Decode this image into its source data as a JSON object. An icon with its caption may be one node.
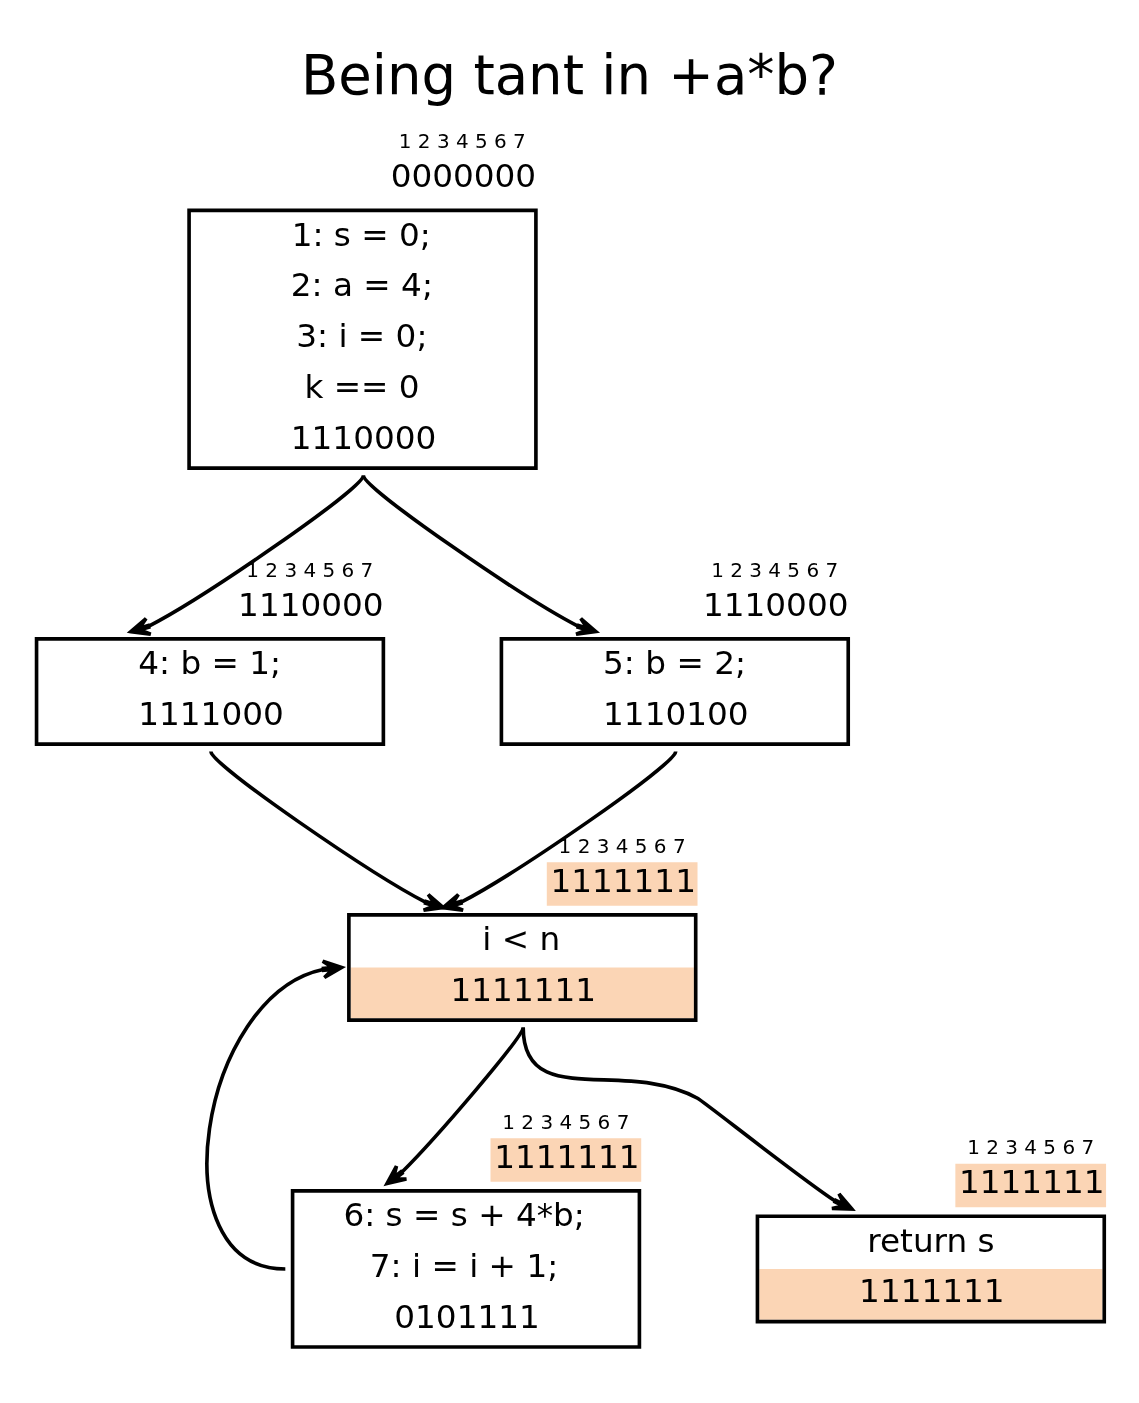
{
  "diagram": {
    "title": "Being tant in +a*b?",
    "nodes": [
      {
        "text": [
          "1: s = 0;",
          "2: a = 4;",
          "3: i = 0;",
          "k == 0",
          "1110000"
        ],
        "beside": [
          "1 2 3 4 5 6 7",
          "0000000"
        ]
      },
      {
        "text": [
          "4: b = 1;",
          "1111000"
        ],
        "beside": [
          "1 2 3 4 5 6 7",
          "1110000"
        ]
      },
      {
        "text": [
          "5: b = 2;",
          "1110100"
        ],
        "beside": [
          "1 2 3 4 5 6 7",
          "1110000"
        ]
      },
      {
        "text": [
          "i < n",
          "1111111"
        ],
        "beside": [
          "1 2 3 4 5 6 7",
          "1111111"
        ]
      },
      {
        "text": [
          "6: s = s + 4*b;",
          "7: i = i + 1;",
          "0101111"
        ],
        "beside": [
          "1 2 3 4 5 6 7",
          "1111111"
        ]
      },
      {
        "text": [
          "return s",
          "1111111"
        ],
        "beside": [
          "1 2 3 4 5 6 7",
          "1111111"
        ]
      }
    ],
    "edges": [
      {
        "from": 0,
        "to": 1,
        "arrow": "to"
      },
      {
        "from": 0,
        "to": 2,
        "arrow": "to"
      },
      {
        "from": 1,
        "to": 3,
        "arrow": "to"
      },
      {
        "from": 2,
        "to": 3,
        "arrow": "to"
      },
      {
        "from": 3,
        "to": 4,
        "arrow": "to"
      },
      {
        "from": 3,
        "to": 5,
        "arrow": "to"
      },
      {
        "from": 4,
        "to": 3,
        "arrow": "to"
      }
    ]
  }
}
